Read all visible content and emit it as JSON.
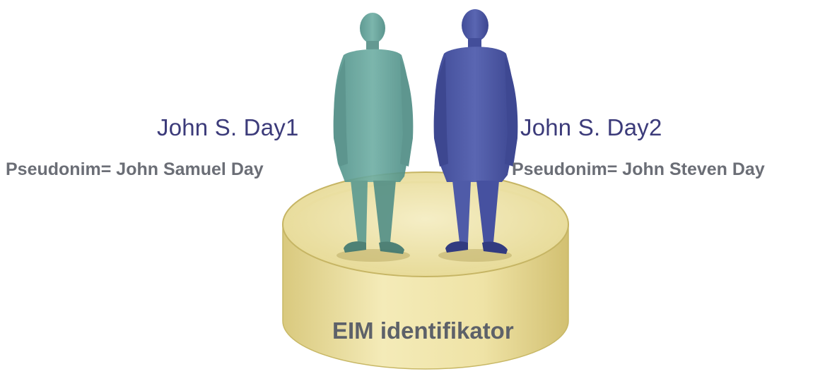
{
  "person1": {
    "name": "John S. Day1",
    "alias": "Pseudonim= John Samuel Day",
    "color": "#5a9e95",
    "icon": "person-silhouette-icon"
  },
  "person2": {
    "name": "John S. Day2",
    "alias": "Pseudonim= John Steven Day",
    "color": "#4e5aa6",
    "icon": "person-silhouette-icon"
  },
  "identifier": {
    "label": "EIM identifikator",
    "color": "#ede0a2",
    "icon": "cylinder-icon"
  }
}
